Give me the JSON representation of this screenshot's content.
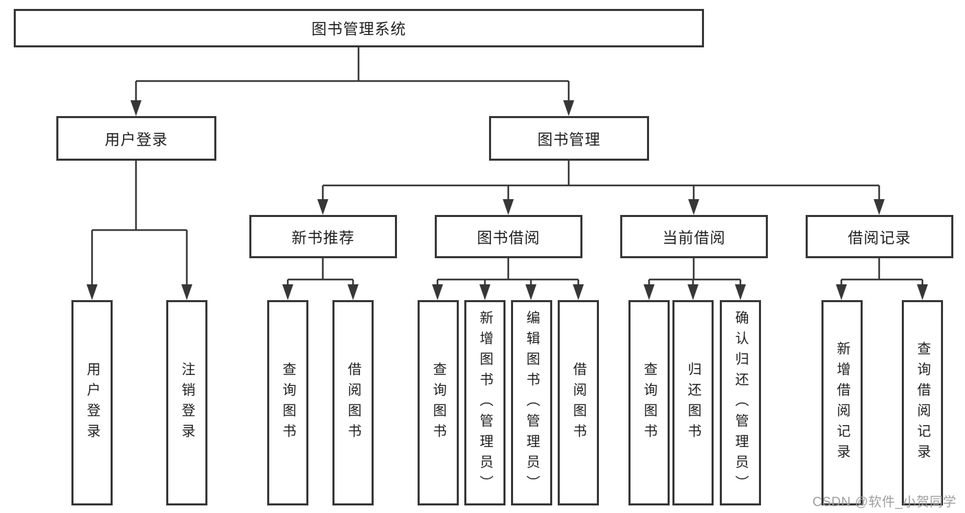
{
  "watermark": "CSDN @软件_小贺同学",
  "colors": {
    "line": "#373737",
    "text": "#1f1f1f",
    "watermark": "#9e9e9e",
    "background": "#ffffff"
  },
  "tree": {
    "root": {
      "label": "图书管理系统",
      "children": [
        {
          "label": "用户登录",
          "children": [
            {
              "label": "用户登录"
            },
            {
              "label": "注销登录"
            }
          ]
        },
        {
          "label": "图书管理",
          "children": [
            {
              "label": "新书推荐",
              "children": [
                {
                  "label": "查询图书"
                },
                {
                  "label": "借阅图书"
                }
              ]
            },
            {
              "label": "图书借阅",
              "children": [
                {
                  "label": "查询图书"
                },
                {
                  "label": "新增图书（管理员）"
                },
                {
                  "label": "编辑图书（管理员）"
                },
                {
                  "label": "借阅图书"
                }
              ]
            },
            {
              "label": "当前借阅",
              "children": [
                {
                  "label": "查询图书"
                },
                {
                  "label": "归还图书"
                },
                {
                  "label": "确认归还（管理员）"
                }
              ]
            },
            {
              "label": "借阅记录",
              "children": [
                {
                  "label": "新增借阅记录"
                },
                {
                  "label": "查询借阅记录"
                }
              ]
            }
          ]
        }
      ]
    }
  }
}
